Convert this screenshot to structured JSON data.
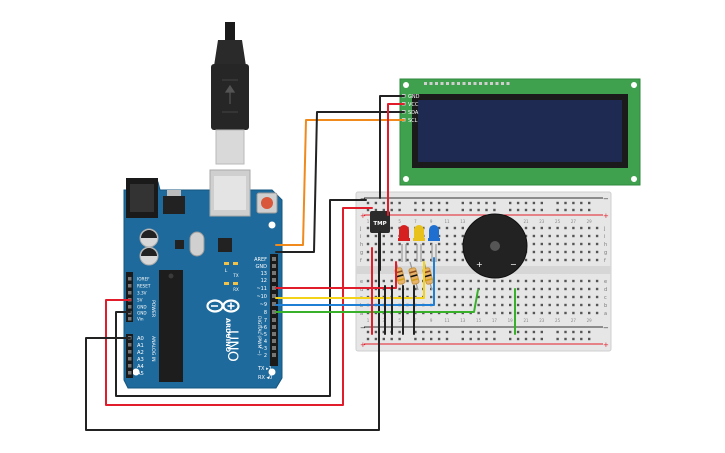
{
  "arduino": {
    "logo_text": "ARDUINO",
    "model": "UNO",
    "power_header_label": "POWER",
    "analog_header_label": "ANALOG IN",
    "digital_header_label": "DIGITAL (PWM ~)",
    "led_labels": [
      "L",
      "TX",
      "RX"
    ],
    "tx_label": "TX ▸1",
    "rx_label": "RX ◂0",
    "digital_pins": [
      "AREF",
      "GND",
      "13",
      "12",
      "~11",
      "~10",
      "~9",
      "8",
      "7",
      "~6",
      "~5",
      "4",
      "~3",
      "2"
    ],
    "power_pins": [
      "IOREF",
      "RESET",
      "3.3V",
      "5V",
      "GND",
      "GND",
      "Vin"
    ],
    "analog_pins": [
      "A0",
      "A1",
      "A2",
      "A3",
      "A4",
      "A5"
    ]
  },
  "lcd": {
    "pins": [
      "GND",
      "VCC",
      "SDA",
      "SCL"
    ]
  },
  "sensor": {
    "label": "TMP"
  },
  "buzzer": {
    "plus": "+",
    "minus": "−"
  },
  "breadboard": {
    "rail_minus": "−",
    "rail_plus": "+",
    "row_letters_top": [
      "j",
      "i",
      "h",
      "g",
      "f"
    ],
    "row_letters_bottom": [
      "e",
      "d",
      "c",
      "b",
      "a"
    ],
    "column_numbers": [
      "1",
      "3",
      "5",
      "7",
      "9",
      "11",
      "13",
      "15",
      "17",
      "19",
      "21",
      "23",
      "25",
      "27",
      "29"
    ]
  },
  "colors": {
    "board_blue": "#1e6a9c",
    "lcd_green": "#3fa04e",
    "lcd_screen": "#1e2a52",
    "wire_red": "#e11d2b",
    "wire_black": "#222222",
    "wire_orange": "#f08a1c",
    "wire_yellow": "#f3d21a",
    "wire_blue": "#1f7fd4",
    "wire_green": "#38b02a",
    "led_red": "#d62020",
    "led_yellow": "#e8c21a",
    "led_blue": "#1f6fd0"
  }
}
